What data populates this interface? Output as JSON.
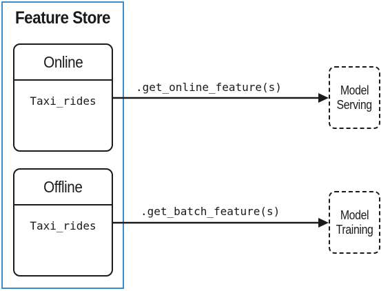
{
  "feature_store": {
    "title": "Feature Store",
    "online": {
      "header": "Online",
      "entity": "Taxi_rides"
    },
    "offline": {
      "header": "Offline",
      "entity": "Taxi_rides"
    }
  },
  "connections": {
    "online_method": ".get_online_feature(s)",
    "batch_method": ".get_batch_feature(s)"
  },
  "consumers": {
    "serving": {
      "line1": "Model",
      "line2": "Serving"
    },
    "training": {
      "line1": "Model",
      "line2": "Training"
    }
  },
  "colors": {
    "store_border": "#3d8ac9",
    "ink": "#1a1a1a"
  }
}
